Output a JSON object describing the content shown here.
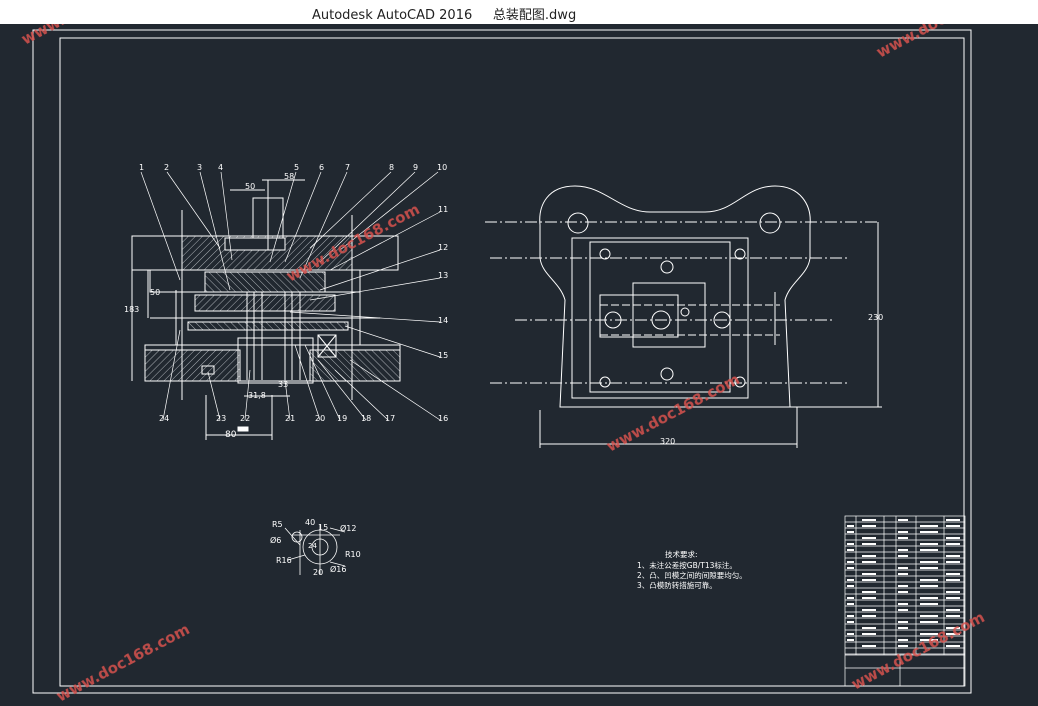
{
  "window": {
    "app": "Autodesk AutoCAD 2016",
    "file": "总装配图.dwg"
  },
  "drawing": {
    "part_numbers": [
      "1",
      "2",
      "3",
      "4",
      "5",
      "6",
      "7",
      "8",
      "9",
      "10",
      "11",
      "12",
      "13",
      "14",
      "15",
      "16",
      "17",
      "18",
      "19",
      "20",
      "21",
      "22",
      "23",
      "24"
    ],
    "front_dims": {
      "d50_top": "50",
      "d58": "58",
      "d50_side": "50",
      "d183": "183",
      "d31_8": "31,8",
      "d33": "33",
      "d80": "80"
    },
    "plan_dims": {
      "width": "320",
      "height": "230"
    },
    "detail_dims": {
      "r5": "R5",
      "d40": "40",
      "phi6": "Ø6",
      "d15": "15",
      "phi12": "Ø12",
      "d24": "24",
      "r10": "R10",
      "r16": "R16",
      "d20": "20",
      "phi16": "Ø16"
    },
    "notes": {
      "heading": "技术要求:",
      "lines": [
        "1、未注公差按GB/T13标注。",
        "2、凸、凹模之间的间隙要均匀。",
        "3、凸模防转措施可靠。"
      ]
    },
    "watermark": "www.doc168.com"
  },
  "colors": {
    "background": "#212830",
    "lines": "#ffffff",
    "watermark": "#e06060"
  }
}
